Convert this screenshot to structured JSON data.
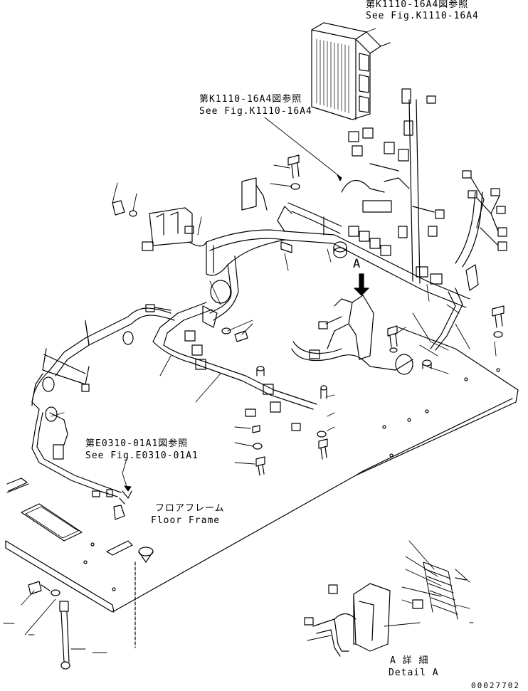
{
  "callouts": {
    "ref_k1110_top": {
      "jp": "第K1110-16A4図参照",
      "en": "See Fig.K1110-16A4"
    },
    "ref_k1110_mid": {
      "jp": "第K1110-16A4図参照",
      "en": "See Fig.K1110-16A4"
    },
    "ref_e0310": {
      "jp": "第E0310-01A1図参照",
      "en": "See Fig.E0310-01A1"
    },
    "floor_frame": {
      "jp": "フロアフレーム",
      "en": "Floor Frame"
    },
    "view_marker": "A",
    "detail": {
      "jp": "A 詳 細",
      "en": "Detail A"
    }
  },
  "drawing_number": "00027702",
  "colors": {
    "line": "#000000",
    "background": "#ffffff"
  }
}
